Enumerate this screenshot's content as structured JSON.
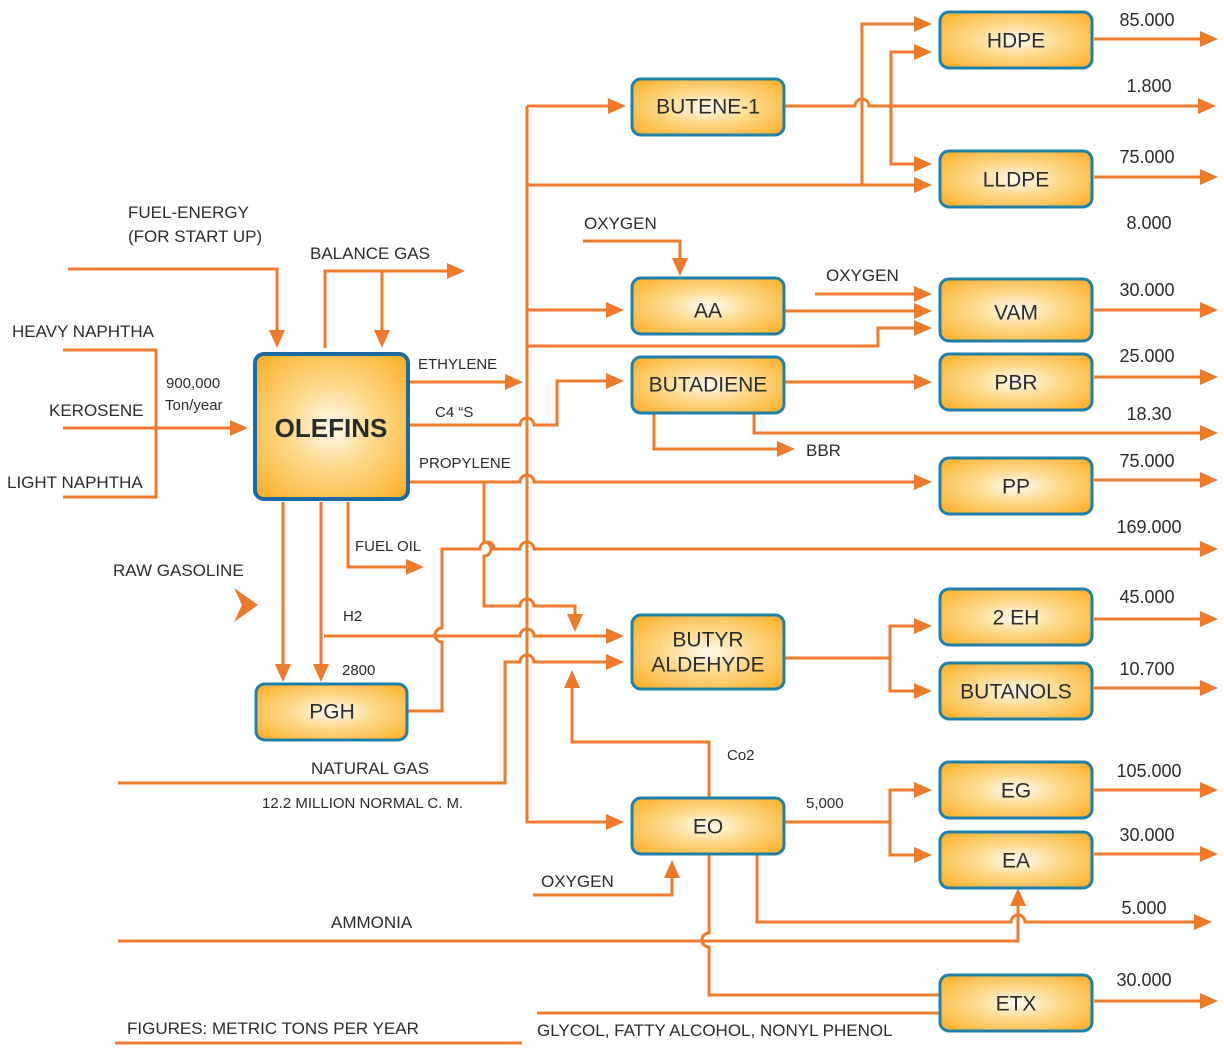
{
  "diagram": {
    "title": "Petrochemical complex process flow",
    "colors": {
      "flow": "#ee7a2c",
      "box_border": "#1f7fa6",
      "box_fill_outer": "#fbb535",
      "box_fill_inner": "#fff8e8",
      "text": "#2b2b2b"
    },
    "units": {
      "olefins": "OLEFINS",
      "pgh": "PGH",
      "butene1": "BUTENE-1",
      "aa": "AA",
      "butadiene": "BUTADIENE",
      "butyr_line1": "BUTYR",
      "butyr_line2": "ALDEHYDE",
      "eo": "EO",
      "hdpe": "HDPE",
      "lldpe": "LLDPE",
      "vam": "VAM",
      "pbr": "PBR",
      "pp": "PP",
      "eh2": "2 EH",
      "butanols": "BUTANOLS",
      "eg": "EG",
      "ea": "EA",
      "etx": "ETX"
    },
    "streams": {
      "fuel_energy_1": "FUEL-ENERGY",
      "fuel_energy_2": "(FOR START UP)",
      "balance_gas": "BALANCE GAS",
      "heavy_naphtha": "HEAVY NAPHTHA",
      "kerosene": "KEROSENE",
      "light_naphtha": "LIGHT NAPHTHA",
      "feed_rate_1": "900,000",
      "feed_rate_2": "Ton/year",
      "ethylene": "ETHYLENE",
      "c4s": "C4 “S",
      "propylene": "PROPYLENE",
      "fuel_oil": "FUEL OIL",
      "raw_gasoline": "RAW GASOLINE",
      "h2": "H2",
      "h2_rate": "2800",
      "natural_gas": "NATURAL GAS",
      "natural_gas_rate": "12.2 MILLION NORMAL C. M.",
      "oxygen_aa": "OXYGEN",
      "oxygen_vam": "OXYGEN",
      "oxygen_eo": "OXYGEN",
      "bbr": "BBR",
      "co2": "Co2",
      "eo_rate": "5,000",
      "ammonia": "AMMONIA",
      "etx_feed": "GLYCOL, FATTY ALCOHOL, NONYL PHENOL",
      "footnote": "FIGURES: METRIC TONS PER YEAR"
    },
    "outputs": {
      "hdpe": "85.000",
      "butene1": "1.800",
      "lldpe": "75.000",
      "lldpe_extra": "8.000",
      "vam": "30.000",
      "pbr": "25.000",
      "butadiene": "18.30",
      "pp": "75.000",
      "pgh": "169.000",
      "eh2": "45.000",
      "butanols": "10.700",
      "eg": "105.000",
      "ea": "30.000",
      "eo_direct": "5.000",
      "etx": "30.000"
    }
  }
}
